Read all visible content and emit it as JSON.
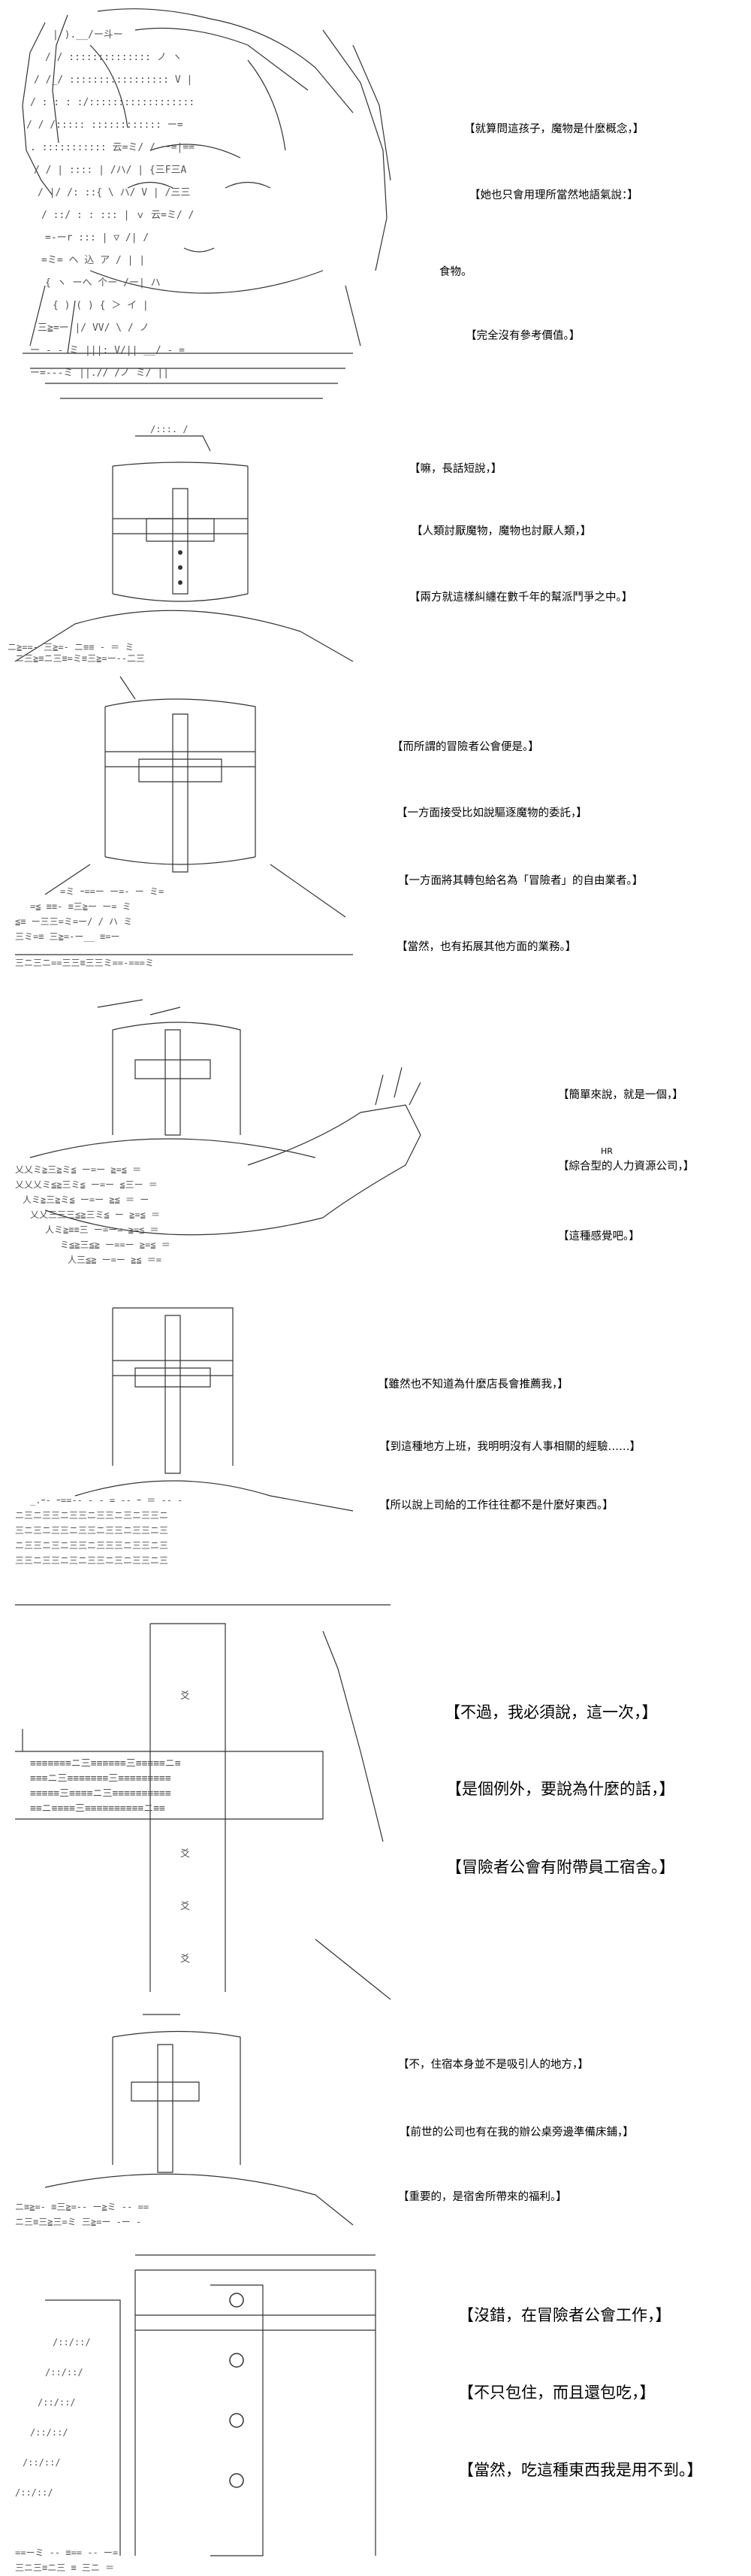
{
  "panels": [
    {
      "lines": [
        "【就算問這孩子，魔物是什麼概念，】",
        "【她也只會用理所當然地語氣說：】",
        "食物。",
        "【完全沒有參考價值。】"
      ]
    },
    {
      "lines": [
        "【嘛，長話短說，】",
        "【人類討厭魔物，魔物也討厭人類，】",
        "【兩方就這樣糾纏在數千年的幫派鬥爭之中。】"
      ]
    },
    {
      "lines": [
        "【而所謂的冒險者公會便是。】",
        "【一方面接受比如說驅逐魔物的委託，】",
        "【一方面將其轉包給名為「冒險者」的自由業者。】",
        "【當然，也有拓展其他方面的業務。】"
      ]
    },
    {
      "lines": [
        "【簡單來說，就是一個，】",
        "HR",
        "【綜合型的人力資源公司，】",
        "【這種感覺吧。】"
      ]
    },
    {
      "lines": [
        "【雖然也不知道為什麼店長會推薦我，】",
        "【到這種地方上班，我明明沒有人事相關的經驗……】",
        "【所以說上司給的工作往往都不是什麼好東西。】"
      ]
    },
    {
      "lines": [
        "【不過，我必須說，這一次，】",
        "【是個例外，要說為什麼的話，】",
        "【冒險者公會有附帶員工宿舍。】"
      ]
    },
    {
      "lines": [
        "【不，住宿本身並不是吸引人的地方，】",
        "【前世的公司也有在我的辦公桌旁邊準備床鋪，】",
        "【重要的，是宿舍所帶來的福利。】"
      ]
    },
    {
      "lines": [
        "【沒錯，在冒險者公會工作，】",
        "【不只包住，而且還包吃，】",
        "【當然，吃這種東西我是用不到。】"
      ]
    }
  ]
}
